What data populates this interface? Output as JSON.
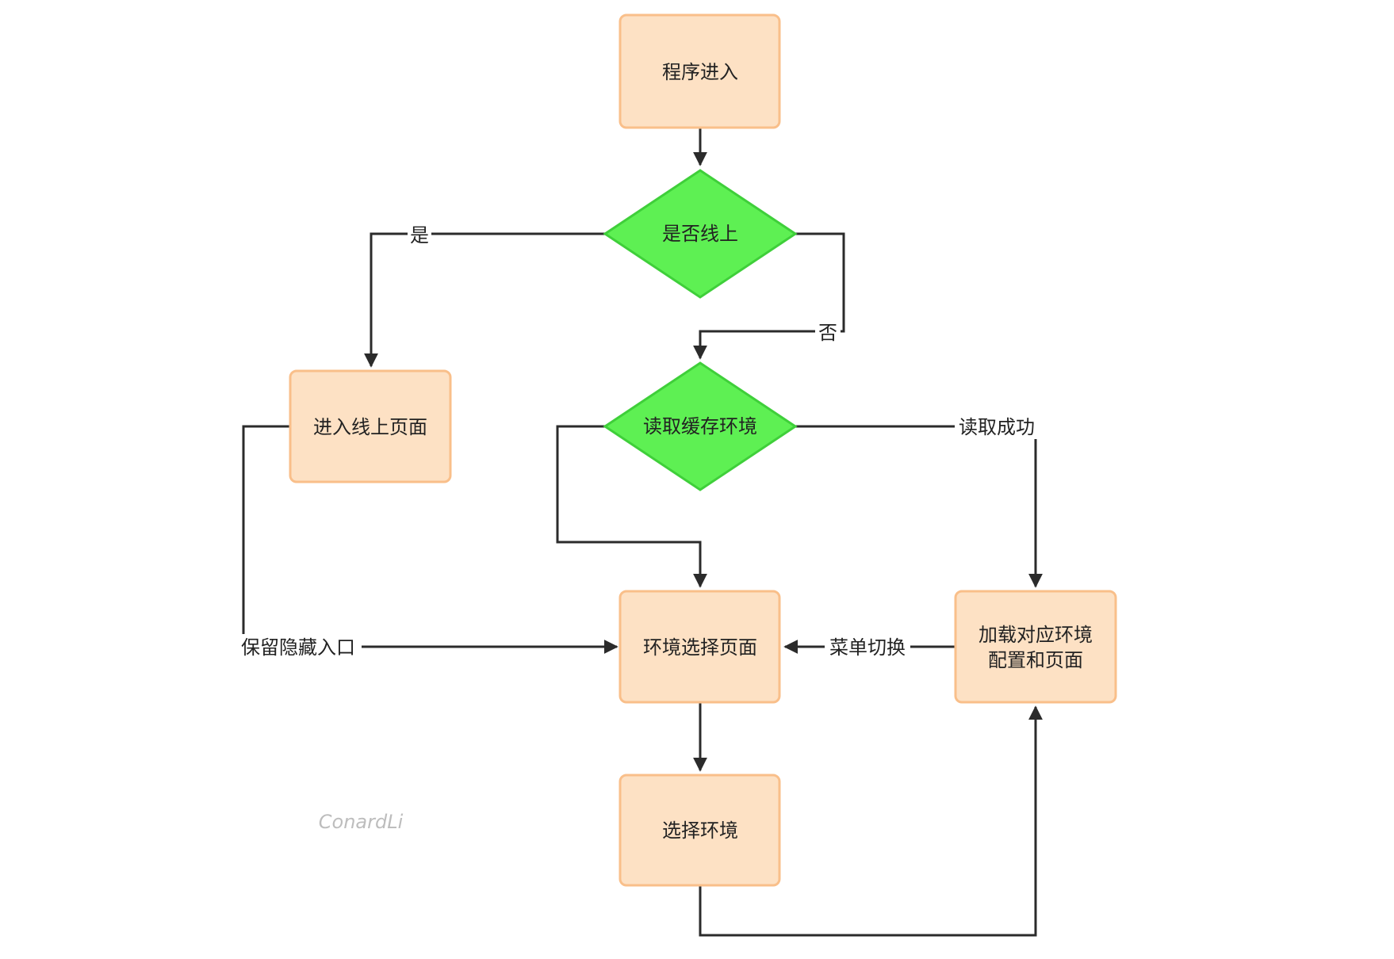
{
  "colors": {
    "box_fill": "#fde1c4",
    "box_stroke": "#f9bf8a",
    "diamond_fill": "#5ef053",
    "diamond_stroke": "#3fcf3a",
    "line": "#2b2b2b",
    "watermark": "#bdbdbd"
  },
  "nodes": {
    "start": {
      "label": "程序进入"
    },
    "is_online": {
      "label": "是否线上"
    },
    "enter_online": {
      "label": "进入线上页面"
    },
    "read_cache": {
      "label": "读取缓存环境"
    },
    "env_select_page": {
      "label": "环境选择页面"
    },
    "load_config": {
      "line1": "加载对应环境",
      "line2": "配置和页面"
    },
    "select_env": {
      "label": "选择环境"
    }
  },
  "edges": {
    "yes_label": "是",
    "no_label": "否",
    "read_success_label": "读取成功",
    "keep_hidden_entry_label": "保留隐藏入口",
    "menu_switch_label": "菜单切换"
  },
  "watermark": "ConardLi"
}
